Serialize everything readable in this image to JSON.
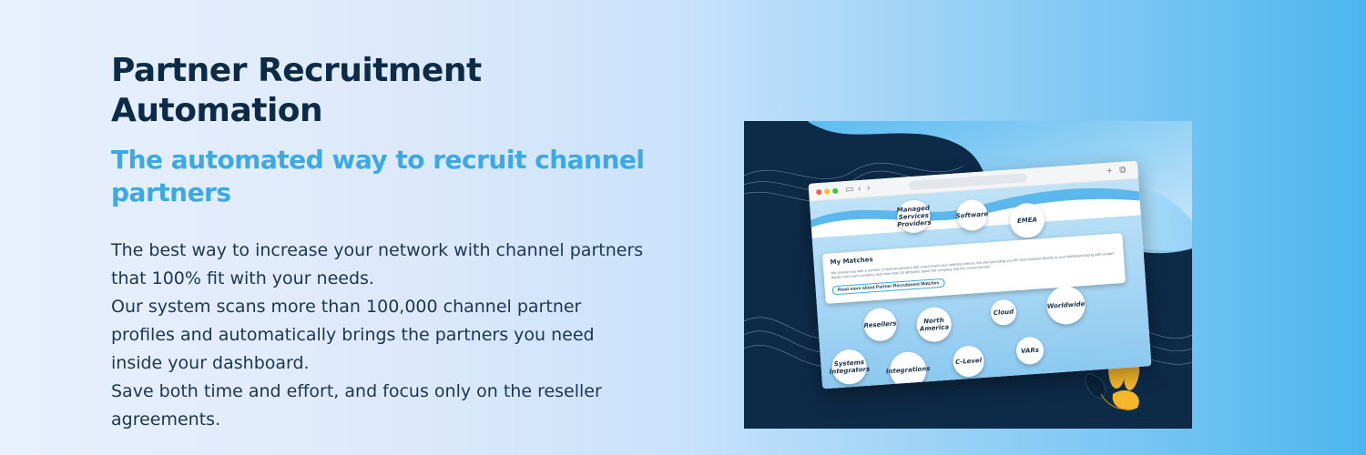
{
  "hero": {
    "title_line1": "Partner Recruitment",
    "title_line2": "Automation",
    "subtitle_line1": "The automated way to recruit channel",
    "subtitle_line2": "partners",
    "paragraphs": [
      "The best way to increase your network with channel partners",
      "that 100% fit with your needs.",
      "Our system scans more than 100,000 channel partner",
      "profiles and automatically brings the partners you need",
      "inside your dashboard.",
      "Save both time and effort, and focus only on the reseller",
      "agreements."
    ]
  },
  "illustration": {
    "bubbles": [
      "Managed Services Providers",
      "Software",
      "EMEA",
      "Resellers",
      "North America",
      "Cloud",
      "Worldwide",
      "Systems Integrators",
      "Integrations",
      "C-Level",
      "VARs"
    ],
    "card_title": "My Matches",
    "card_description": "We provide you with a number of channel partners that exact match your selected criteria. We start providing you the best matches directly in your dashboard along with contact details from each company and more than 30 attributes about the company and the contact person.",
    "card_link": "Read more about Partner Recruitment Matches"
  },
  "colors": {
    "title": "#0c2b47",
    "subtitle": "#3ba9e6",
    "body": "#1d3550",
    "illustration_bg": "#0d2a47",
    "accent_yellow": "#f6b82a"
  }
}
